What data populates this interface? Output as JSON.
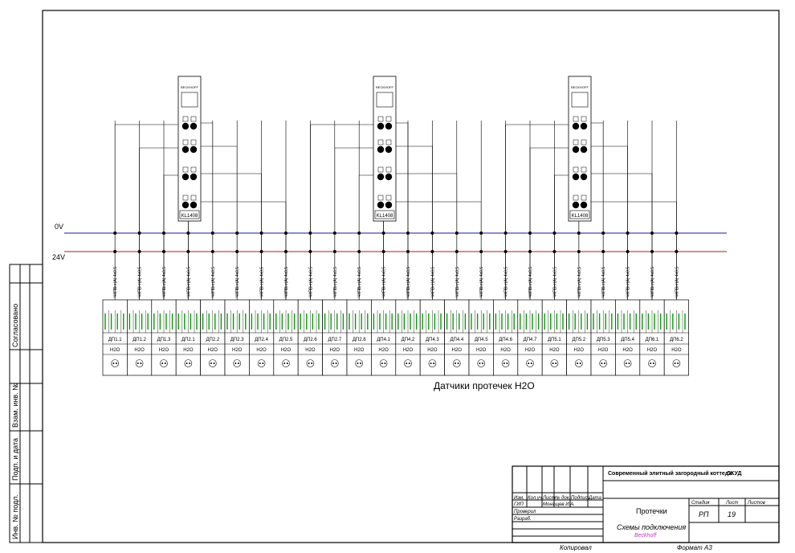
{
  "diagram": {
    "modules": [
      {
        "label": "KL1408",
        "header": "BECKHOFF"
      },
      {
        "label": "KL1408",
        "header": "BECKHOFF"
      },
      {
        "label": "KL1408",
        "header": "BECKHOFF"
      }
    ],
    "bus_0v_label": "0V",
    "bus_24v_label": "24V",
    "cable_label": "ЧКПВнг(А) 4х0,5",
    "sensor_type": "Н2О",
    "sensors": [
      "ДП1.1",
      "ДП1.2",
      "ДП1.3",
      "ДП2.1",
      "ДП2.2",
      "ДП2.3",
      "ДП2.4",
      "ДП2.5",
      "ДП2.6",
      "ДП2.7",
      "ДП2.8",
      "ДП4.1",
      "ДП4.2",
      "ДП4.3",
      "ДП4.4",
      "ДП4.5",
      "ДП4.6",
      "ДП4.7",
      "ДП5.1",
      "ДП5.2",
      "ДП5.3",
      "ДП5.4",
      "ДП6.1",
      "ДП6.2"
    ],
    "caption": "Датчики протечек Н2О",
    "colors": {
      "bus_0v": "#1a1a8c",
      "bus_24v": "#b01c1c",
      "terminal_text": "#00a000",
      "accent": "#c03cc0"
    }
  },
  "side_stamp": {
    "labels": [
      "Согласовано",
      "Взам. инв. №",
      "Подп. и дата",
      "Инв. № подл."
    ]
  },
  "title_block": {
    "project": "Современный элитный загородный коттедж",
    "project_code": "СКУД",
    "header_cols": [
      "Изм.",
      "Кол.уч",
      "Лист",
      "№ док.",
      "Подпись",
      "Дата"
    ],
    "row_author_col": "Монащев И.А.",
    "row_labels": [
      "ГИП",
      "Проверил",
      "Разраб."
    ],
    "sheet_title": "Протечки",
    "drawing_title": "Схемы подключения",
    "drawing_subtitle": "Beckhoff",
    "stage_label": "Стадия",
    "sheet_label": "Лист",
    "sheets_label": "Листов",
    "stage": "РП",
    "sheet": "19",
    "copied": "Копировал",
    "format": "Формат A3"
  }
}
